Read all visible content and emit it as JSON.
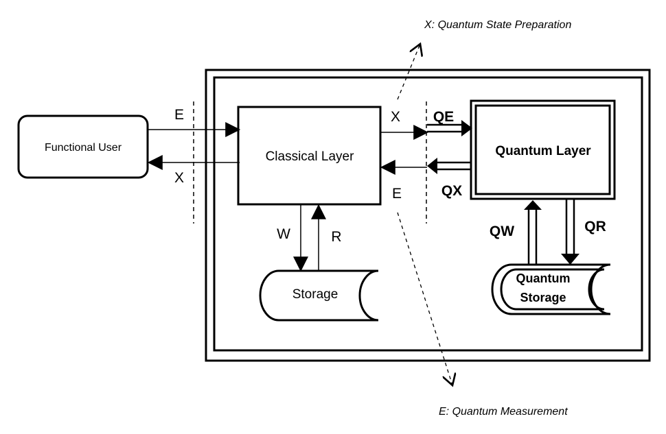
{
  "nodes": {
    "functional_user": "Functional User",
    "classical_layer": "Classical Layer",
    "quantum_layer": "Quantum Layer",
    "storage": "Storage",
    "quantum_storage_line1": "Quantum",
    "quantum_storage_line2": "Storage"
  },
  "edge_labels": {
    "user_to_classical": "E",
    "classical_to_user": "X",
    "classical_to_quantum": "X",
    "quantum_to_classical": "E",
    "qe": "QE",
    "qx": "QX",
    "write": "W",
    "read": "R",
    "quantum_write": "QW",
    "quantum_read": "QR"
  },
  "annotations": {
    "state_preparation": "X: Quantum State Preparation",
    "measurement": "E: Quantum Measurement"
  },
  "colors": {
    "stroke": "#000000",
    "background": "#ffffff"
  }
}
